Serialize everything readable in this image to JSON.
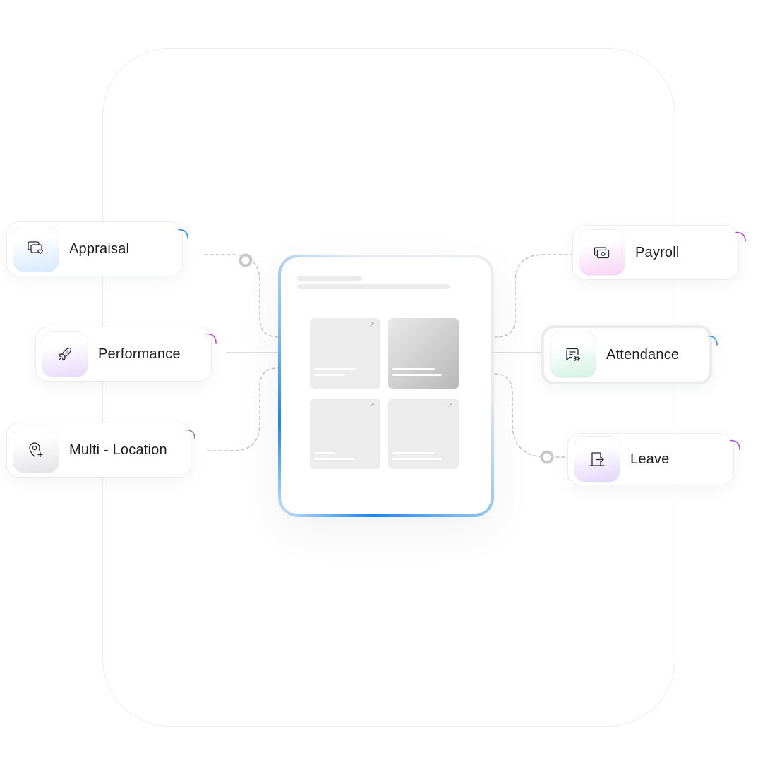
{
  "modules": {
    "appraisal": {
      "label": "Appraisal",
      "icon": "appraisal-icon",
      "accent": "#2f8ff0"
    },
    "performance": {
      "label": "Performance",
      "icon": "rocket-icon",
      "accent": "#c43fd0"
    },
    "location": {
      "label": "Multi - Location",
      "icon": "location-pin-icon",
      "accent": "#8a8a90"
    },
    "payroll": {
      "label": "Payroll",
      "icon": "cash-icon",
      "accent": "#c43fd0"
    },
    "attendance": {
      "label": "Attendance",
      "icon": "chat-settings-icon",
      "accent": "#2f8ff0"
    },
    "leave": {
      "label": "Leave",
      "icon": "exit-door-icon",
      "accent": "#9a4fd6"
    }
  },
  "colors": {
    "device_gradient_start": "#ededf0",
    "device_gradient_end": "#1886f0",
    "connector": "#c4c4c8"
  }
}
